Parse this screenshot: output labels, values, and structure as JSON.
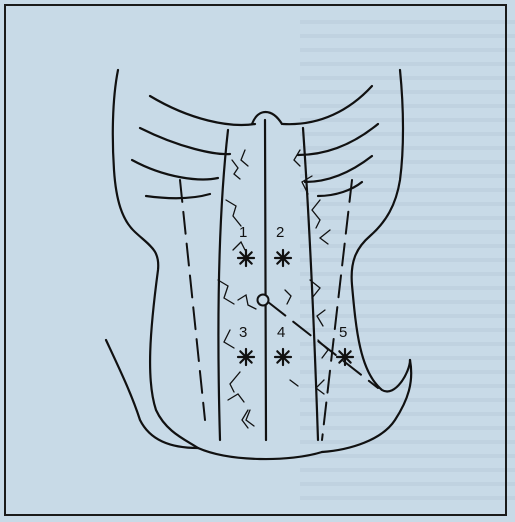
{
  "figure": {
    "sites": [
      {
        "label": "1"
      },
      {
        "label": "2"
      },
      {
        "label": "3"
      },
      {
        "label": "4"
      },
      {
        "label": "5"
      }
    ]
  },
  "colors": {
    "background": "#c8dae7",
    "ink": "#111111"
  }
}
